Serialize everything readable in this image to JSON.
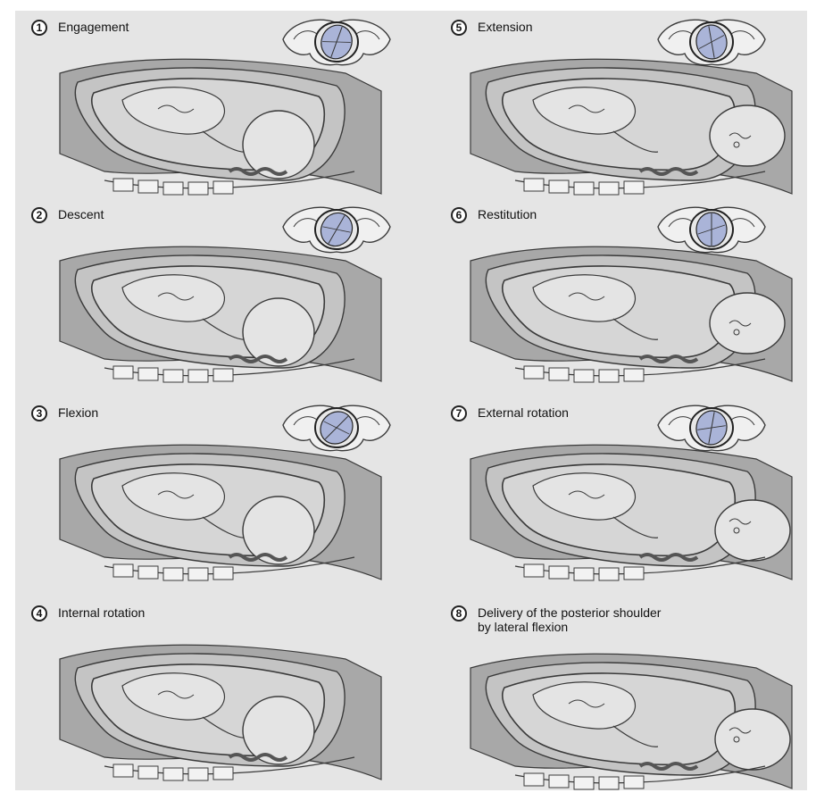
{
  "stages": [
    {
      "number": "1",
      "label": "Engagement"
    },
    {
      "number": "5",
      "label": "Extension"
    },
    {
      "number": "2",
      "label": "Descent"
    },
    {
      "number": "6",
      "label": "Restitution"
    },
    {
      "number": "3",
      "label": "Flexion"
    },
    {
      "number": "7",
      "label": "External rotation"
    },
    {
      "number": "4",
      "label": "Internal rotation"
    },
    {
      "number": "8",
      "label": "Delivery of the posterior shoulder\nby lateral flexion"
    }
  ],
  "colors": {
    "background": "#e5e5e5",
    "tissue_dark": "#a8a8a8",
    "tissue_mid": "#c4c4c4",
    "fetus": "#e4e4e4",
    "outline": "#3a3a3a",
    "pelvis_head": "#aab4d8"
  }
}
